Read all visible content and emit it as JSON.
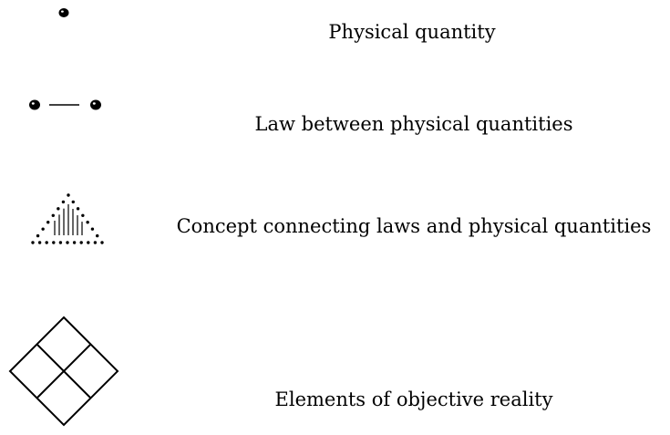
{
  "legend": {
    "items": [
      {
        "symbol": "single-dot-icon",
        "label": "Physical quantity"
      },
      {
        "symbol": "dot-line-dot-icon",
        "label": "Law between physical quantities"
      },
      {
        "symbol": "dotted-triangle-icon",
        "label": "Concept connecting laws and physical quantities"
      },
      {
        "symbol": "four-diamond-grid-icon",
        "label": "Elements of objective reality"
      }
    ]
  },
  "colors": {
    "ink": "#000000",
    "background": "#ffffff"
  }
}
